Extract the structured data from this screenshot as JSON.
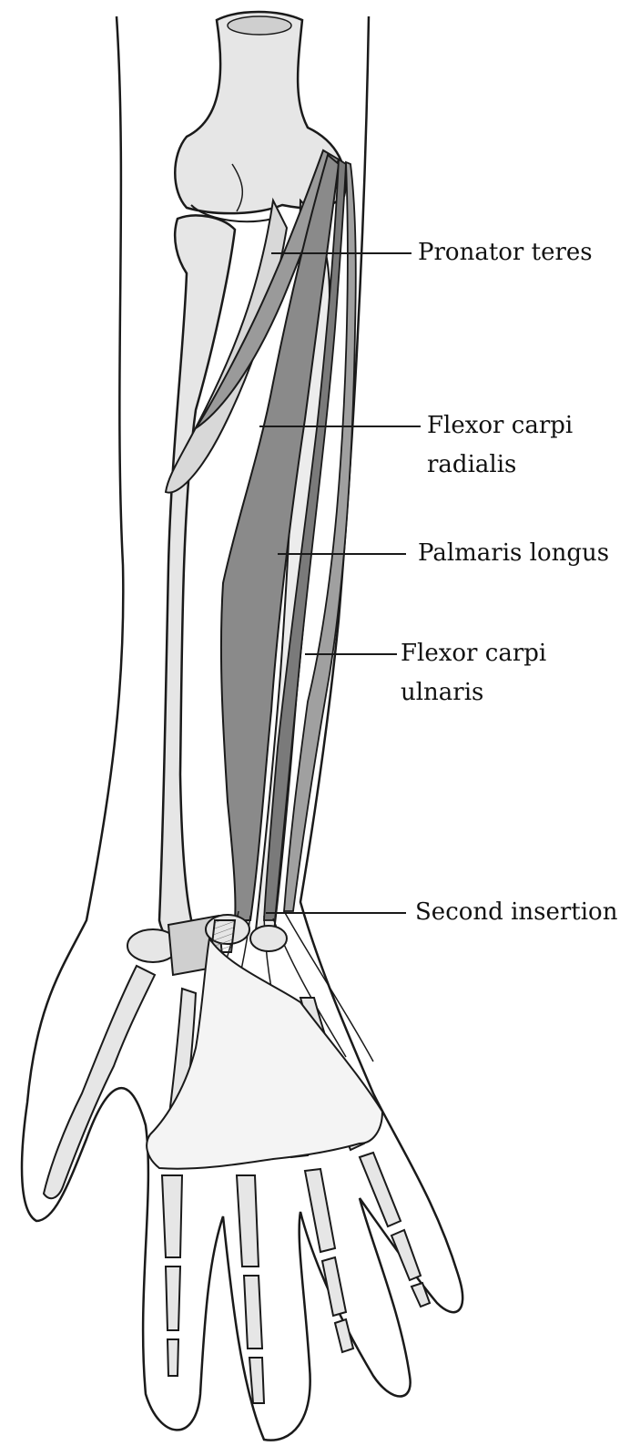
{
  "labels": {
    "pronator_teres": "Pronator teres",
    "fcr_line1": "Flexor carpi",
    "fcr_line2": "radialis",
    "palmaris_longus": "Palmaris longus",
    "fcu_line1": "Flexor carpi",
    "fcu_line2": "ulnaris",
    "second_insertion": "Second insertion"
  },
  "colors": {
    "ink": "#1a1a1a",
    "muscle": "#8a8a8a",
    "bone": "#e6e6e6",
    "background": "#ffffff"
  }
}
